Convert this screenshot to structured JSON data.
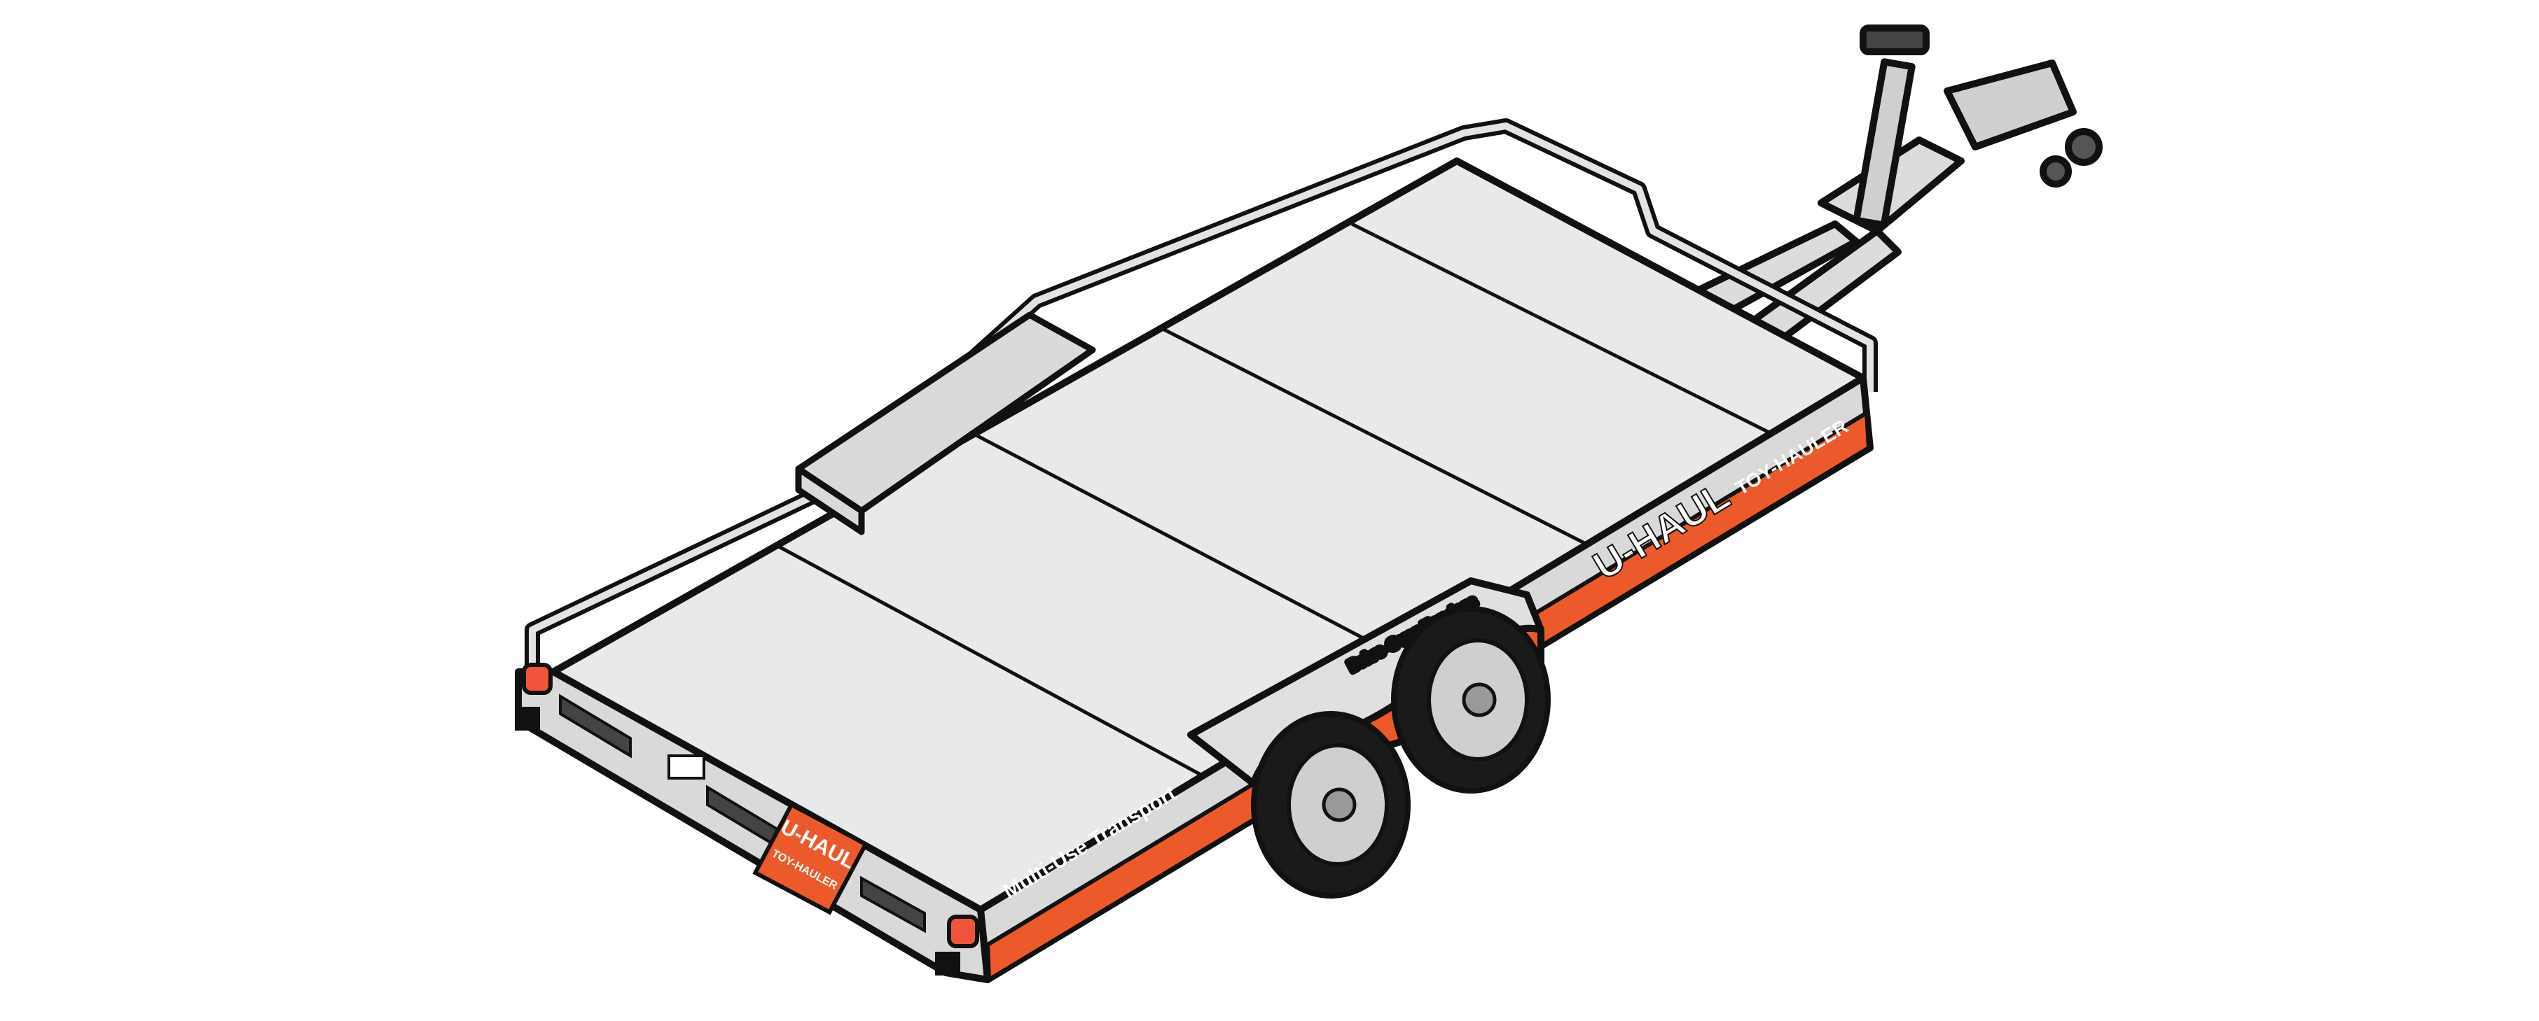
{
  "trailer": {
    "brand": "U-HAUL",
    "model": "TOY-HAULER",
    "side_slogan": "Multi-Use Transport",
    "fender_text": "Drive-Over Fenders",
    "rear_plate_brand": "U-HAUL",
    "rear_plate_model": "TOY-HAULER"
  },
  "colors": {
    "background": "#ffffff",
    "deck": "#e9e9e9",
    "frame": "#d9d9d9",
    "outline": "#111111",
    "stripe": "#ec5a2c",
    "tire": "#1a1a1a",
    "wheel": "#cfcfcf",
    "light": "#f0543a"
  }
}
